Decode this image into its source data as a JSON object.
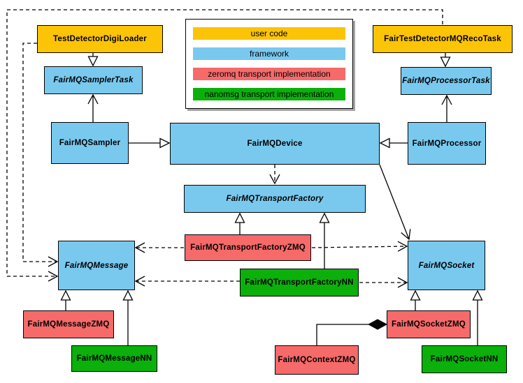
{
  "diagram_title": "",
  "colors": {
    "user_code": "#FCC406",
    "framework": "#79C9EF",
    "zeromq": "#F66A6A",
    "nanomsg": "#0BB00B",
    "line": "#000000",
    "background": "#FFFFFF"
  },
  "legend": {
    "items": [
      {
        "label": "user code",
        "color_key": "user_code"
      },
      {
        "label": "framework",
        "color_key": "framework"
      },
      {
        "label": "zeromq transport implementation",
        "color_key": "zeromq"
      },
      {
        "label": "nanomsg transport implementation",
        "color_key": "nanomsg"
      }
    ]
  },
  "nodes": {
    "test_detector_digi_loader": {
      "label": "TestDetectorDigiLoader",
      "category": "user_code",
      "abstract": false
    },
    "fair_test_detector_mq_reco_task": {
      "label": "FairTestDetectorMQRecoTask",
      "category": "user_code",
      "abstract": false
    },
    "fairmq_sampler_task": {
      "label": "FairMQSamplerTask",
      "category": "framework",
      "abstract": true
    },
    "fairmq_processor_task": {
      "label": "FairMQProcessorTask",
      "category": "framework",
      "abstract": true
    },
    "fairmq_sampler": {
      "label": "FairMQSampler",
      "category": "framework",
      "abstract": false
    },
    "fairmq_device": {
      "label": "FairMQDevice",
      "category": "framework",
      "abstract": false
    },
    "fairmq_processor": {
      "label": "FairMQProcessor",
      "category": "framework",
      "abstract": false
    },
    "fairmq_transport_factory": {
      "label": "FairMQTransportFactory",
      "category": "framework",
      "abstract": true
    },
    "fairmq_transport_factory_zmq": {
      "label": "FairMQTransportFactoryZMQ",
      "category": "zeromq",
      "abstract": false
    },
    "fairmq_transport_factory_nn": {
      "label": "FairMQTransportFactoryNN",
      "category": "nanomsg",
      "abstract": false
    },
    "fairmq_message": {
      "label": "FairMQMessage",
      "category": "framework",
      "abstract": true
    },
    "fairmq_socket": {
      "label": "FairMQSocket",
      "category": "framework",
      "abstract": true
    },
    "fairmq_message_zmq": {
      "label": "FairMQMessageZMQ",
      "category": "zeromq",
      "abstract": false
    },
    "fairmq_message_nn": {
      "label": "FairMQMessageNN",
      "category": "nanomsg",
      "abstract": false
    },
    "fairmq_socket_zmq": {
      "label": "FairMQSocketZMQ",
      "category": "zeromq",
      "abstract": false
    },
    "fairmq_socket_nn": {
      "label": "FairMQSocketNN",
      "category": "nanomsg",
      "abstract": false
    },
    "fairmq_context_zmq": {
      "label": "FairMQContextZMQ",
      "category": "zeromq",
      "abstract": false
    }
  },
  "edges": [
    {
      "from": "test_detector_digi_loader",
      "to": "fairmq_sampler_task",
      "type": "generalization"
    },
    {
      "from": "fair_test_detector_mq_reco_task",
      "to": "fairmq_processor_task",
      "type": "generalization"
    },
    {
      "from": "fairmq_sampler",
      "to": "fairmq_device",
      "type": "generalization"
    },
    {
      "from": "fairmq_processor",
      "to": "fairmq_device",
      "type": "generalization"
    },
    {
      "from": "fairmq_transport_factory_zmq",
      "to": "fairmq_transport_factory",
      "type": "generalization"
    },
    {
      "from": "fairmq_transport_factory_nn",
      "to": "fairmq_transport_factory",
      "type": "generalization"
    },
    {
      "from": "fairmq_message_zmq",
      "to": "fairmq_message",
      "type": "generalization"
    },
    {
      "from": "fairmq_message_nn",
      "to": "fairmq_message",
      "type": "generalization"
    },
    {
      "from": "fairmq_socket_zmq",
      "to": "fairmq_socket",
      "type": "generalization"
    },
    {
      "from": "fairmq_socket_nn",
      "to": "fairmq_socket",
      "type": "generalization"
    },
    {
      "from": "fairmq_sampler",
      "to": "fairmq_sampler_task",
      "type": "association"
    },
    {
      "from": "fairmq_processor",
      "to": "fairmq_processor_task",
      "type": "association"
    },
    {
      "from": "fairmq_device",
      "to": "fairmq_socket",
      "type": "association"
    },
    {
      "from": "fairmq_device",
      "to": "fairmq_transport_factory",
      "type": "dependency"
    },
    {
      "from": "fairmq_transport_factory_zmq",
      "to": "fairmq_message",
      "type": "dependency"
    },
    {
      "from": "fairmq_transport_factory_zmq",
      "to": "fairmq_socket",
      "type": "dependency"
    },
    {
      "from": "fairmq_transport_factory_nn",
      "to": "fairmq_message",
      "type": "dependency"
    },
    {
      "from": "fairmq_transport_factory_nn",
      "to": "fairmq_socket",
      "type": "dependency"
    },
    {
      "from": "test_detector_digi_loader",
      "to": "fairmq_message",
      "type": "dependency"
    },
    {
      "from": "fair_test_detector_mq_reco_task",
      "to": "fairmq_message",
      "type": "dependency"
    },
    {
      "from": "fairmq_context_zmq",
      "to": "fairmq_socket_zmq",
      "type": "composition"
    }
  ]
}
